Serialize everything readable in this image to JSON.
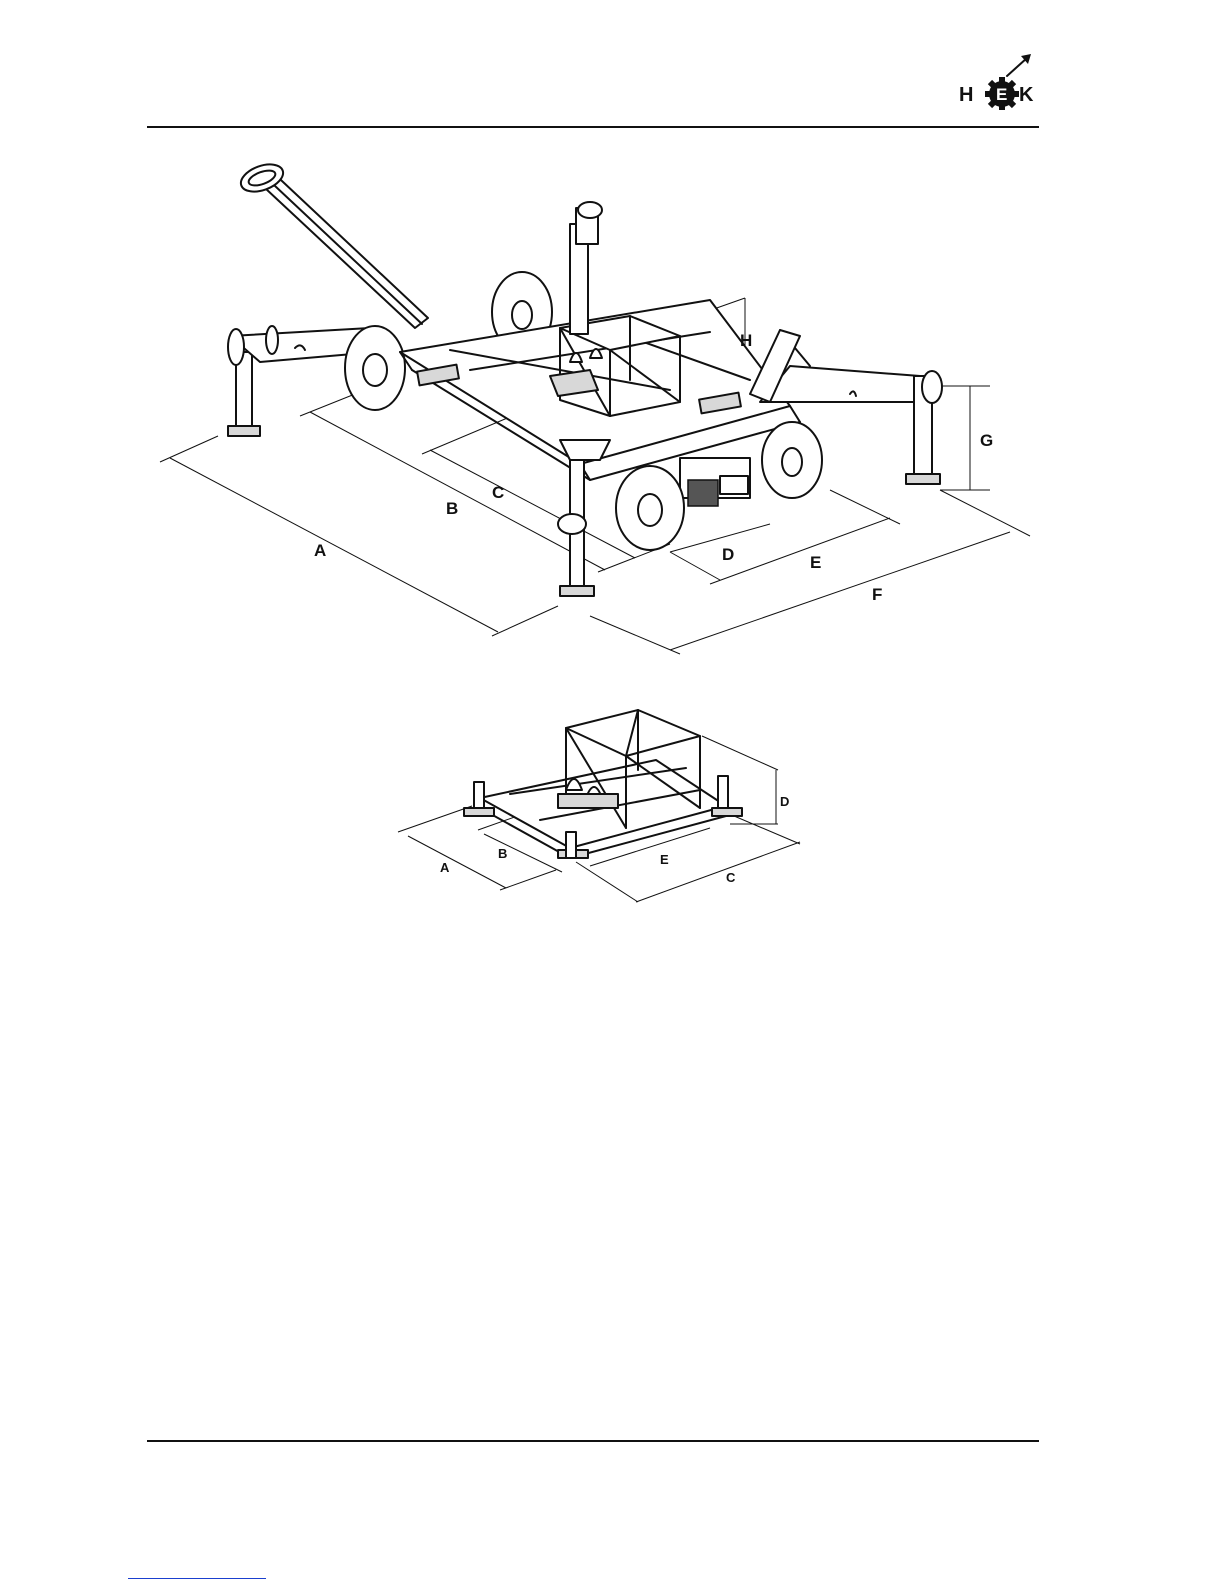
{
  "logo": {
    "icon": "hek-gear-logo-icon",
    "letters": [
      "H",
      "E",
      "K"
    ]
  },
  "figure_main": {
    "icon": "mobile-tower-base-trailer-drawing",
    "dimension_labels": {
      "A": "A",
      "B": "B",
      "C": "C",
      "D": "D",
      "E": "E",
      "F": "F",
      "G": "G",
      "H": "H"
    }
  },
  "figure_base": {
    "icon": "static-tower-base-frame-drawing",
    "dimension_labels": {
      "A": "A",
      "B": "B",
      "C": "C",
      "D": "D",
      "E": "E"
    }
  },
  "colors": {
    "ink": "#111111",
    "paper": "#ffffff"
  }
}
